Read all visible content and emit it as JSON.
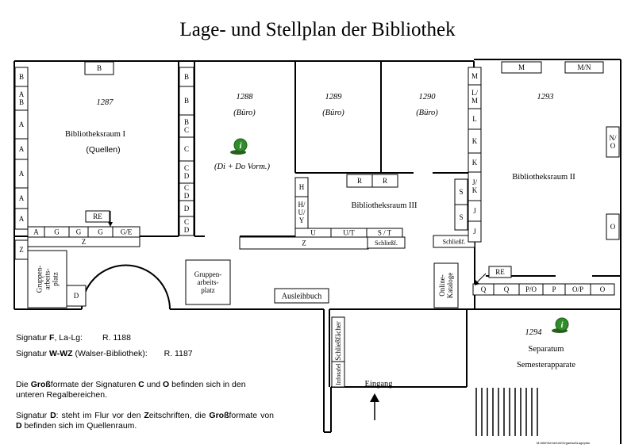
{
  "title": "Lage- und Stellplan der Bibliothek",
  "rooms": {
    "r1287": {
      "number": "1287",
      "name": "Bibliotheksraum I",
      "sub": "(Quellen)"
    },
    "r1288": {
      "number": "1288",
      "sub": "(Büro)",
      "hours": "(Di + Do Vorm.)"
    },
    "r1289": {
      "number": "1289",
      "sub": "(Büro)"
    },
    "r1290": {
      "number": "1290",
      "sub": "(Büro)"
    },
    "r1293": {
      "number": "1293",
      "name": "Bibliotheksraum II"
    },
    "r3": {
      "name": "Bibliotheksraum III"
    },
    "r1294": {
      "number": "1294",
      "name": "Separatum",
      "sub": "Semesterapparate"
    }
  },
  "labels": {
    "gruppe_left": [
      "Gruppen-",
      "arbeits-",
      "platz"
    ],
    "gruppe_mid": [
      "Gruppen-",
      "arbeits-",
      "platz"
    ],
    "ausleihbuch": "Ausleihbuch",
    "schliessfaecher": "Schließfächer",
    "infotafel": "Infotafel",
    "eingang": "Eingang",
    "online_kataloge": [
      "Online-",
      "Kataloge"
    ],
    "schliessf": "Schließf.",
    "re": "RE",
    "footer": "M:\\Alte\\Seme\\Uni\\Organisat\\Lageplan"
  },
  "shelves": {
    "top_b": "B",
    "left_col": [
      "B",
      "A\nB",
      "A",
      "A",
      "A",
      "A",
      "A"
    ],
    "bottom_row": [
      "A",
      "G",
      "G",
      "G",
      "G/E"
    ],
    "z_left": "Z",
    "z_bottom_left": "Z",
    "mid_col": [
      "B",
      "B",
      "B\nC",
      "C",
      "C\nD",
      "C\nD",
      "D",
      "C\nD"
    ],
    "hhuy": [
      "H",
      "H/\nU/\nY"
    ],
    "rr": [
      "R",
      "R"
    ],
    "u_row": [
      "U",
      "U/T",
      "S / T"
    ],
    "z_mid": "Z",
    "s_col": [
      "S",
      "S"
    ],
    "mlk_col": [
      "M",
      "L/\nM",
      "L",
      "K",
      "K",
      "J/\nK",
      "J",
      "J"
    ],
    "m_top": [
      "M",
      "M/N"
    ],
    "no": "N/\nO",
    "o_right": "O",
    "d": "D",
    "q_row": [
      "Q",
      "Q",
      "P/O",
      "P",
      "O/P",
      "O"
    ]
  },
  "legend": {
    "line1_a": "Signatur ",
    "line1_b": "F",
    "line1_c": ", La-Lg:",
    "line1_r": "R. 1188",
    "line2_a": "Signatur ",
    "line2_b": "W-WZ",
    "line2_c": " (Walser-Bibliothek):",
    "line2_r": "R. 1187",
    "p1": [
      "Die ",
      "Groß",
      "formate der Signaturen ",
      "C",
      " und ",
      "O",
      " befinden sich in den unteren Regalbereichen."
    ],
    "p2": [
      "Signatur ",
      "D",
      ": steht im Flur vor den ",
      "Z",
      "eitschriften, die ",
      "Groß",
      "formate von ",
      "D",
      " befinden sich im Quellenraum."
    ]
  }
}
